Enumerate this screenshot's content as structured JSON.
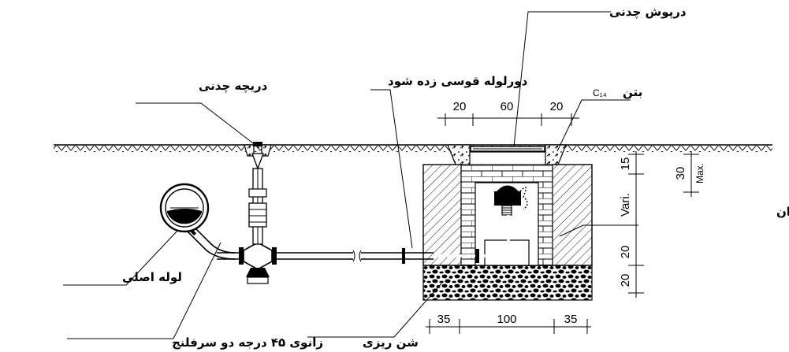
{
  "labels": {
    "cast_iron_cover": "درپوش چدنی",
    "concrete": "بتن",
    "concrete_grade": "C₁₄",
    "cast_iron_valve": "دریچه چدنی",
    "asphalted_around_pipe": "دورلوله قوسی زده شود",
    "brickwork": "آجرکاری با ملات ماسه سیمان",
    "main_pipe": "لوله اصلی",
    "elbow_45_flanged": "زانوی ۴۵ درجه دو سرفلنج",
    "gravel_bed": "شن ریزی"
  },
  "dimensions": {
    "top_left": "20",
    "top_mid": "60",
    "top_right": "20",
    "bottom_left": "35",
    "bottom_mid": "100",
    "bottom_right": "35",
    "right_15": "15",
    "right_vari": "Vari.",
    "right_30": "30",
    "right_max": "Max.",
    "right_20a": "20",
    "right_20b": "20"
  }
}
